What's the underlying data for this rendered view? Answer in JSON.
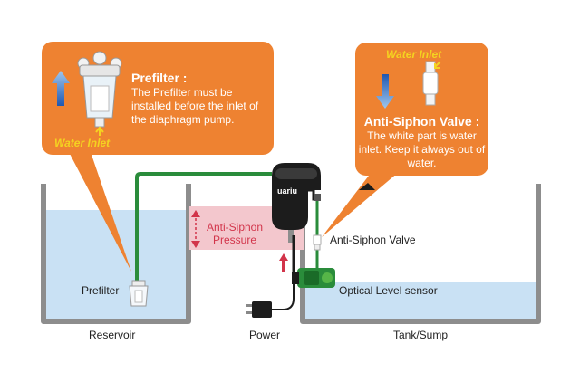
{
  "prefilter_callout": {
    "title": "Prefilter :",
    "body": "The Prefilter must be installed before the inlet of the diaphragm pump.",
    "inlet_label": "Water Inlet"
  },
  "valve_callout": {
    "inlet_label": "Water Inlet",
    "title": "Anti-Siphon Valve :",
    "body": "The white part is water inlet. Keep it always out of water."
  },
  "labels": {
    "anti_siphon_pressure_1": "Anti-Siphon",
    "anti_siphon_pressure_2": "Pressure",
    "anti_siphon_valve": "Anti-Siphon Valve",
    "prefilter": "Prefilter",
    "optical_level_sensor": "Optical Level sensor",
    "reservoir": "Reservoir",
    "power": "Power",
    "tank_sump": "Tank/Sump",
    "pump_brand_fragment": "uariu"
  },
  "colors": {
    "callout": "#ee8231",
    "water": "#c9e1f4",
    "tank_wall": "#8d8d8d",
    "tube": "#2a8c3b",
    "siphon_zone": "#f3c7cd",
    "siphon_text": "#d2344a",
    "inlet_text": "#f4d320",
    "arrow_blue": "#2b63b5"
  },
  "icons": [
    "up-arrow-icon",
    "down-arrow-icon",
    "double-arrow-icon",
    "prefilter-icon",
    "valve-icon",
    "pump-icon",
    "sensor-icon",
    "power-adapter-icon"
  ]
}
